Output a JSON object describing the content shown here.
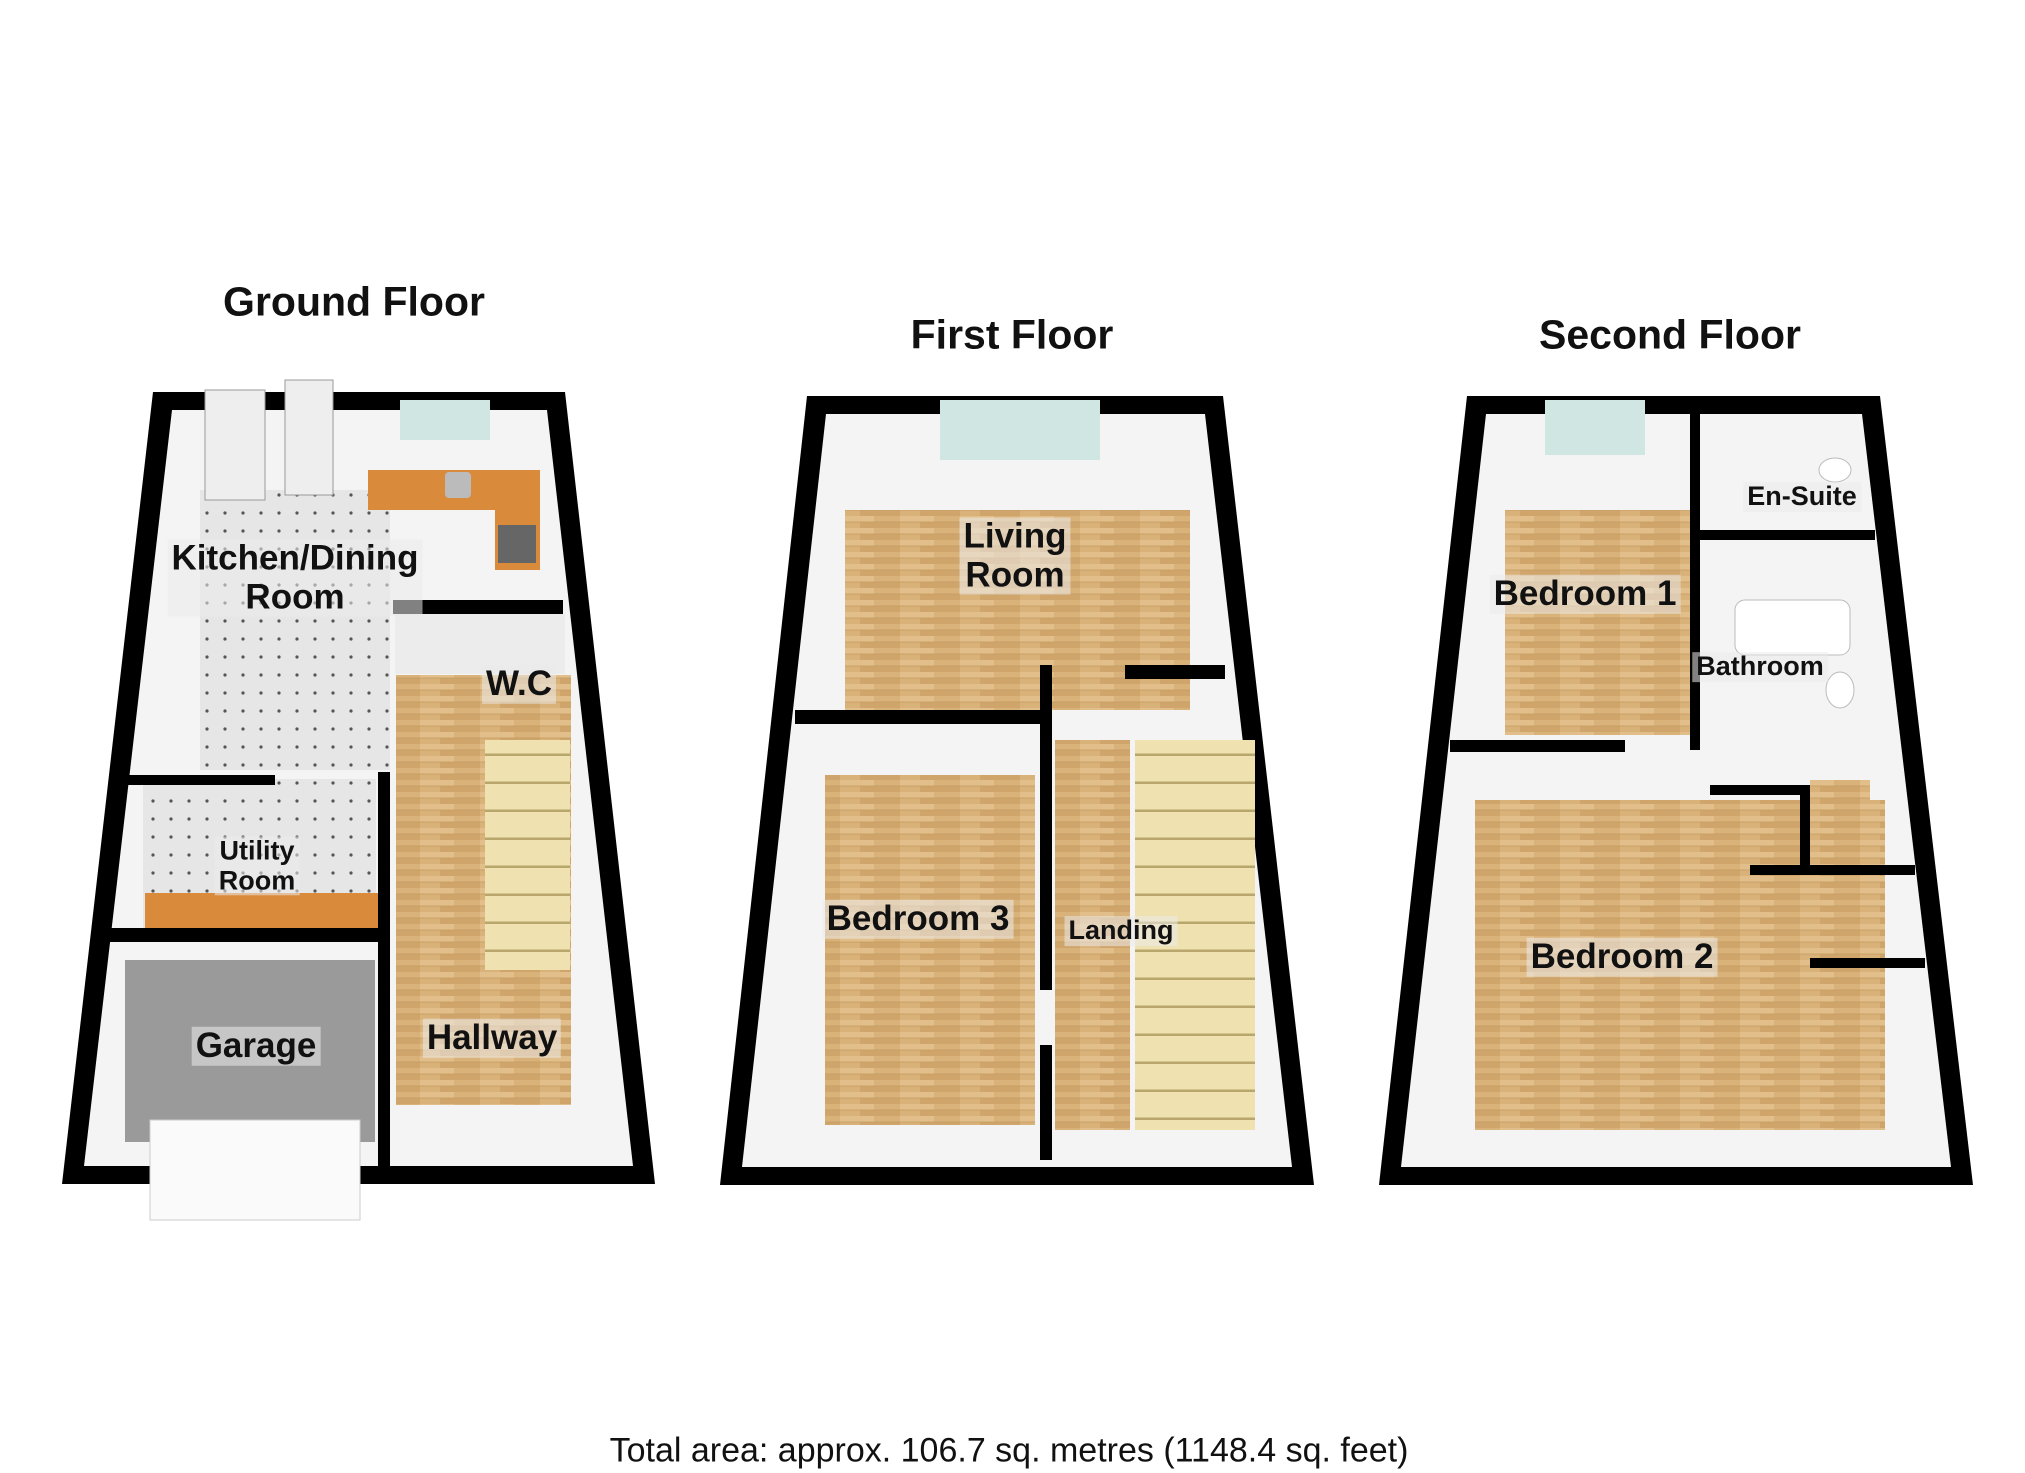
{
  "floors": [
    {
      "title": "Ground Floor",
      "rooms": [
        "Kitchen/Dining Room",
        "W.C",
        "Utility Room",
        "Garage",
        "Hallway"
      ]
    },
    {
      "title": "First Floor",
      "rooms": [
        "Living Room",
        "Bedroom 3",
        "Landing"
      ]
    },
    {
      "title": "Second Floor",
      "rooms": [
        "Bedroom 1",
        "En-Suite",
        "Bathroom",
        "Bedroom 2"
      ]
    }
  ],
  "labels": {
    "kitchen_line1": "Kitchen/Dining",
    "kitchen_line2": "Room",
    "wc": "W.C",
    "utility_line1": "Utility",
    "utility_line2": "Room",
    "garage": "Garage",
    "hallway": "Hallway",
    "living_line1": "Living",
    "living_line2": "Room",
    "bedroom3": "Bedroom 3",
    "landing": "Landing",
    "bedroom1": "Bedroom 1",
    "ensuite": "En-Suite",
    "bathroom": "Bathroom",
    "bedroom2": "Bedroom 2"
  },
  "footer": "Total area: approx. 106.7 sq. metres (1148.4 sq. feet)",
  "colors": {
    "wall": "#000000",
    "wood": "#d9b27a",
    "tile": "#e4e4e4",
    "garage": "#9a9a9a",
    "counter": "#d98a3a",
    "window": "#cfe6e3"
  }
}
